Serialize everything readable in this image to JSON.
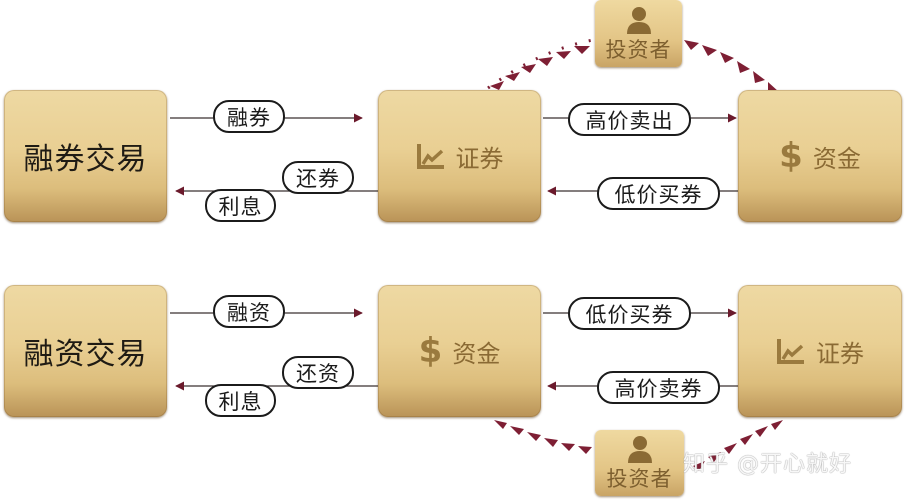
{
  "colors": {
    "arrow": "#6b1a2c",
    "line": "#3a3030",
    "box_top": "#eed9a3",
    "box_bottom": "#b99357",
    "icon": "#8a6a34"
  },
  "top_flow": {
    "left_box": {
      "label": "融券交易"
    },
    "center_box": {
      "icon": "line-chart-icon",
      "label": "证券"
    },
    "right_box": {
      "icon": "dollar-icon",
      "symbol": "$",
      "label": "资金"
    },
    "investor": {
      "icon": "person-icon",
      "label": "投资者"
    },
    "labels": {
      "borrow": "融券",
      "return": "还券",
      "interest": "利息",
      "sell_high": "高价卖出",
      "buy_low": "低价买券"
    }
  },
  "bottom_flow": {
    "left_box": {
      "label": "融资交易"
    },
    "center_box": {
      "icon": "dollar-icon",
      "symbol": "$",
      "label": "资金"
    },
    "right_box": {
      "icon": "line-chart-icon",
      "label": "证券"
    },
    "investor": {
      "icon": "person-icon",
      "label": "投资者"
    },
    "labels": {
      "borrow": "融资",
      "return": "还资",
      "interest": "利息",
      "buy_low": "低价买券",
      "sell_high": "高价卖券"
    }
  },
  "watermark": {
    "text": "知乎 @开心就好"
  }
}
